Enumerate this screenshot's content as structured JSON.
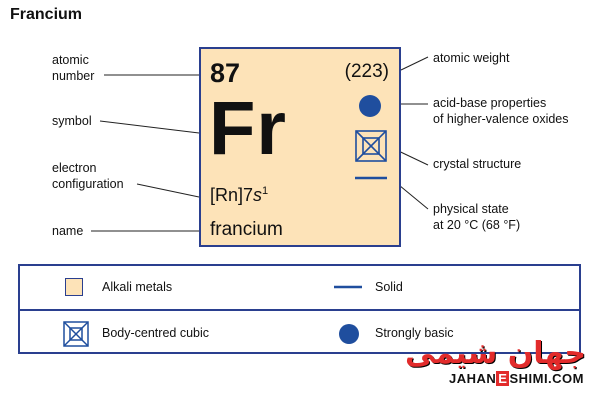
{
  "title": "Francium",
  "tile": {
    "atomic_number": "87",
    "atomic_weight": "(223)",
    "symbol": "Fr",
    "electron_config_base": "[Rn]7",
    "electron_config_italic": "s",
    "electron_config_sup": "1",
    "name": "francium",
    "colors": {
      "fill": "#fde3b8",
      "border": "#2a3f8f",
      "accent": "#1f4e9e"
    },
    "acid_base_icon": "filled-circle-icon",
    "crystal_icon": "body-centred-cubic-icon",
    "state_icon": "solid-line-icon"
  },
  "labels": {
    "atomic_number": [
      "atomic",
      "number"
    ],
    "symbol": "symbol",
    "electron_configuration": [
      "electron",
      "configuration"
    ],
    "name": "name",
    "atomic_weight": "atomic weight",
    "acid_base": [
      "acid-base properties",
      "of higher-valence oxides"
    ],
    "crystal_structure": "crystal structure",
    "physical_state": [
      "physical state",
      "at 20 °C (68 °F)"
    ]
  },
  "legend": {
    "alkali_metals": "Alkali metals",
    "solid": "Solid",
    "bcc": "Body-centred cubic",
    "strongly_basic": "Strongly basic"
  },
  "watermark": {
    "arabic": "جهان شیمی",
    "latin_left": "JAHAN",
    "latin_e": "E",
    "latin_right": "SHIMI.COM"
  }
}
